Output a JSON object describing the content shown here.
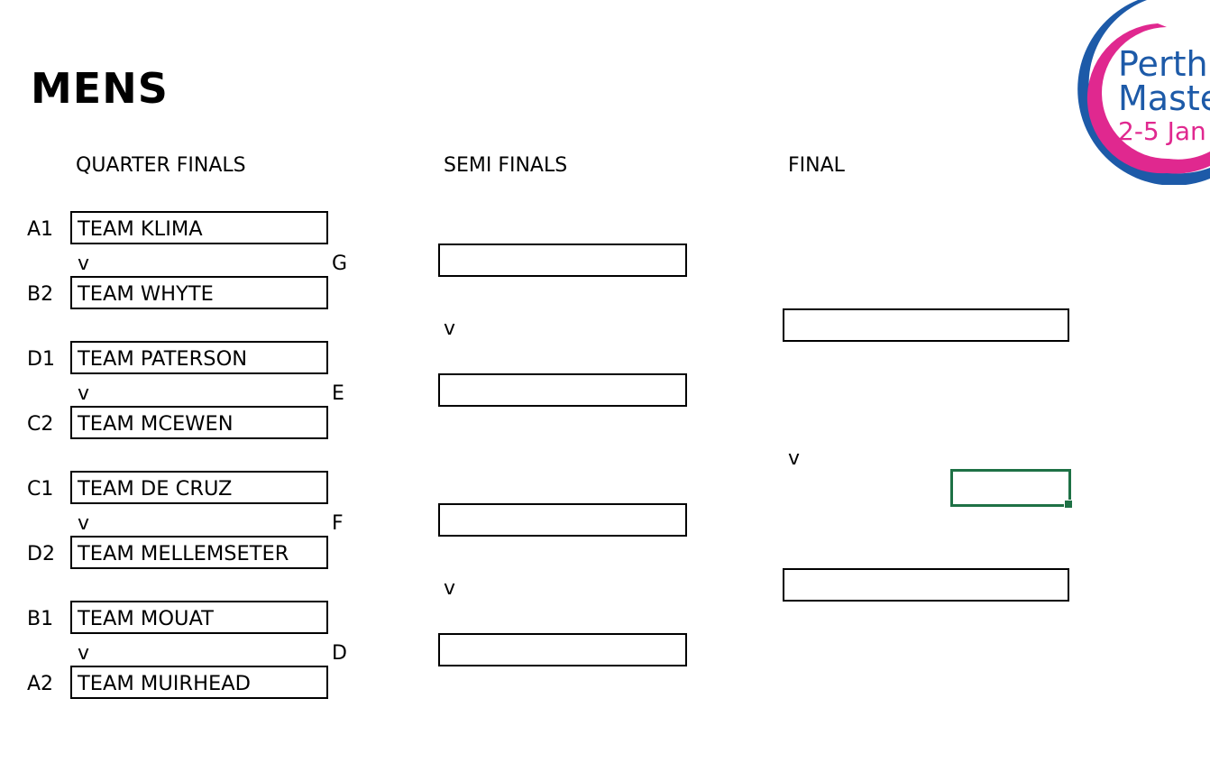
{
  "title": "MENS",
  "headers": {
    "quarter": "QUARTER FINALS",
    "semi": "SEMI FINALS",
    "final": "FINAL"
  },
  "quarterfinals": [
    {
      "seed": "A1",
      "team": "TEAM KLIMA"
    },
    {
      "seed": "B2",
      "team": "TEAM WHYTE"
    },
    {
      "seed": "D1",
      "team": "TEAM PATERSON"
    },
    {
      "seed": "C2",
      "team": "TEAM MCEWEN"
    },
    {
      "seed": "C1",
      "team": "TEAM DE CRUZ"
    },
    {
      "seed": "D2",
      "team": "TEAM MELLEMSETER"
    },
    {
      "seed": "B1",
      "team": "TEAM MOUAT"
    },
    {
      "seed": "A2",
      "team": "TEAM MUIRHEAD"
    }
  ],
  "match_letters": [
    "G",
    "E",
    "F",
    "D"
  ],
  "vs_label": "v",
  "logo": {
    "line1": "Perth",
    "line2": "Masters",
    "line3": "2-5 Jan",
    "colors": {
      "blue": "#1d5aa8",
      "pink": "#e0288f"
    }
  },
  "selection_color": "#1e7145"
}
